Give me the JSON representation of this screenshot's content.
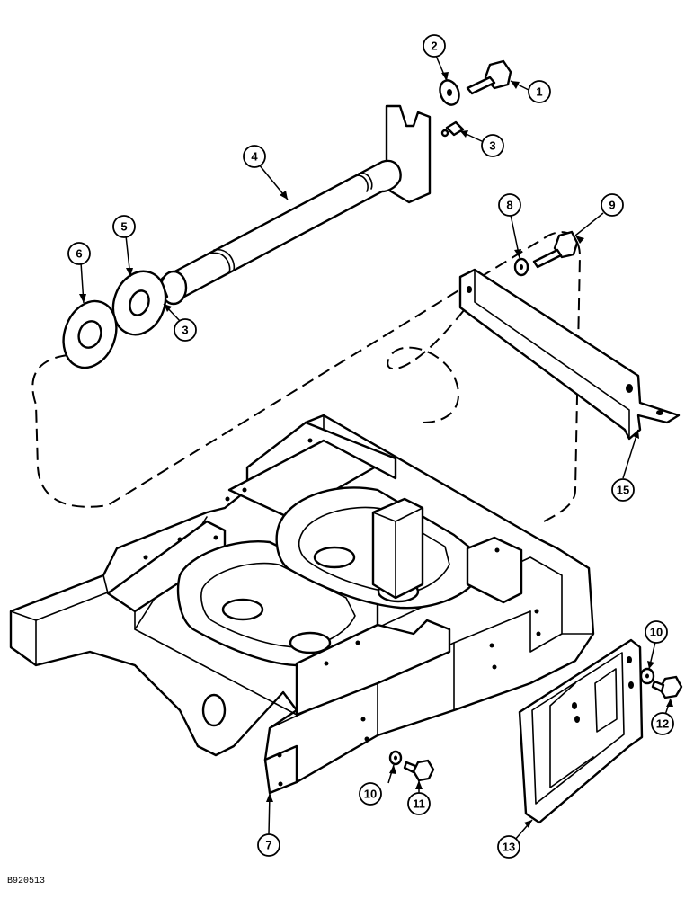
{
  "diagram": {
    "reference_code": "B920513",
    "callouts": [
      {
        "key": "c1",
        "number": "1",
        "part": "bolt"
      },
      {
        "key": "c2",
        "number": "2",
        "part": "washer"
      },
      {
        "key": "c3a",
        "number": "3",
        "part": "grease fitting"
      },
      {
        "key": "c3b",
        "number": "3",
        "part": "grease fitting"
      },
      {
        "key": "c4",
        "number": "4",
        "part": "pivot shaft"
      },
      {
        "key": "c5",
        "number": "5",
        "part": "thrust washer"
      },
      {
        "key": "c6",
        "number": "6",
        "part": "thrust washer"
      },
      {
        "key": "c7",
        "number": "7",
        "part": "front support frame"
      },
      {
        "key": "c8",
        "number": "8",
        "part": "lock washer"
      },
      {
        "key": "c9",
        "number": "9",
        "part": "bolt"
      },
      {
        "key": "c10a",
        "number": "10",
        "part": "lock washer"
      },
      {
        "key": "c10b",
        "number": "10",
        "part": "lock washer"
      },
      {
        "key": "c11",
        "number": "11",
        "part": "bolt"
      },
      {
        "key": "c12",
        "number": "12",
        "part": "bolt"
      },
      {
        "key": "c13",
        "number": "13",
        "part": "shield"
      },
      {
        "key": "c15",
        "number": "15",
        "part": "bracket"
      }
    ]
  }
}
